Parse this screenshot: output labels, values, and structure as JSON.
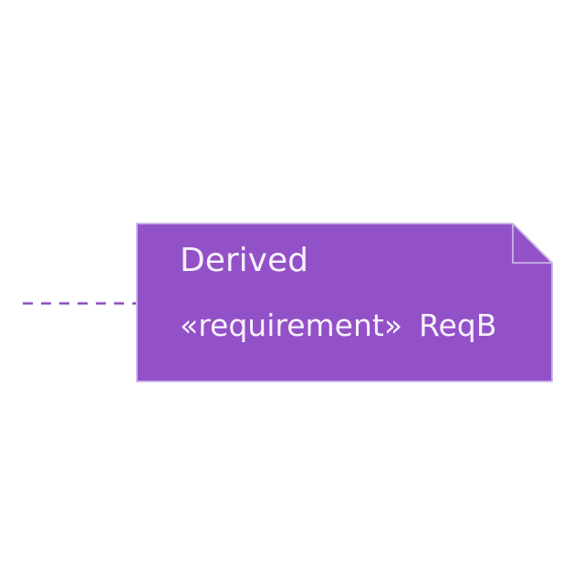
{
  "diagram": {
    "element_type": "sysml-requirement-note",
    "note": {
      "title": "Derived",
      "stereotype": "«requirement»",
      "name": "ReqB"
    },
    "connector": {
      "style": "dashed",
      "dash_length": 11,
      "gap_length": 9
    }
  },
  "colors": {
    "canvas-bg": "#ffffff",
    "note-fill": "#9351C8",
    "note-border": "#C9B4E6",
    "note-text": "#F6F1FA",
    "connector-halo": "#C2A0E2",
    "connector-core": "#8243B2"
  }
}
